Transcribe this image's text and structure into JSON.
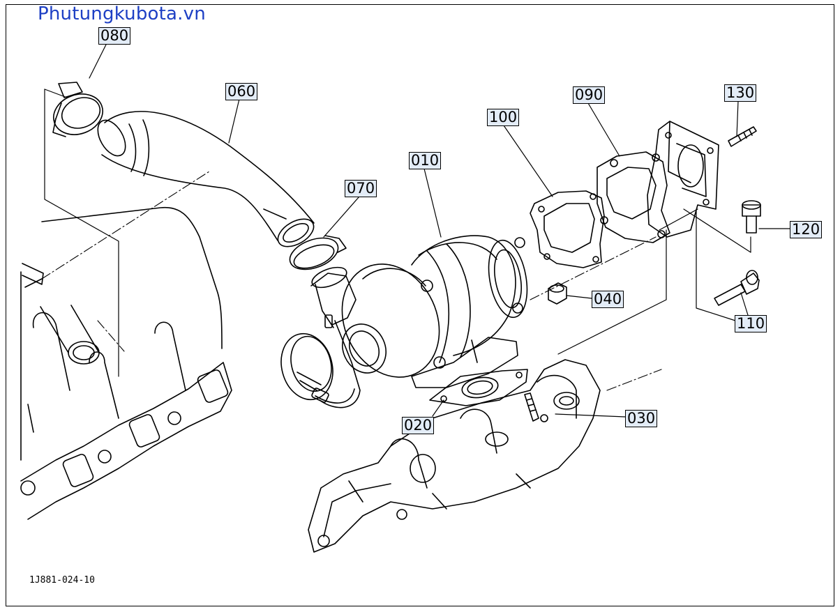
{
  "watermark": "Phutungkubota.vn",
  "drawing_code": "1J881-024-10",
  "callouts": {
    "c010": "010",
    "c020": "020",
    "c030": "030",
    "c040": "040",
    "c060": "060",
    "c070": "070",
    "c080": "080",
    "c090": "090",
    "c100": "100",
    "c110": "110",
    "c120": "120",
    "c130": "130"
  },
  "colors": {
    "watermark": "#1d3fc4",
    "label_bg": "#e3ecf7",
    "line": "#000000"
  }
}
